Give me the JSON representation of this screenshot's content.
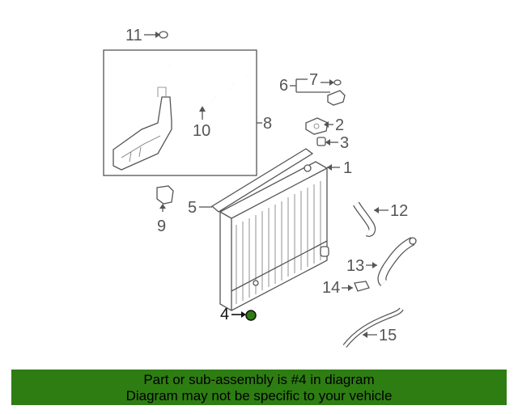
{
  "diagram": {
    "callouts": {
      "c1": "1",
      "c2": "2",
      "c3": "3",
      "c4": "4",
      "c5": "5",
      "c6": "6",
      "c7": "7",
      "c8": "8",
      "c9": "9",
      "c10": "10",
      "c11": "11",
      "c12": "12",
      "c13": "13",
      "c14": "14",
      "c15": "15"
    },
    "highlighted_part": "4"
  },
  "banner": {
    "line1": "Part or sub-assembly is #4 in diagram",
    "line2": "Diagram may not be specific to your vehicle",
    "color": "#2e7d12"
  }
}
